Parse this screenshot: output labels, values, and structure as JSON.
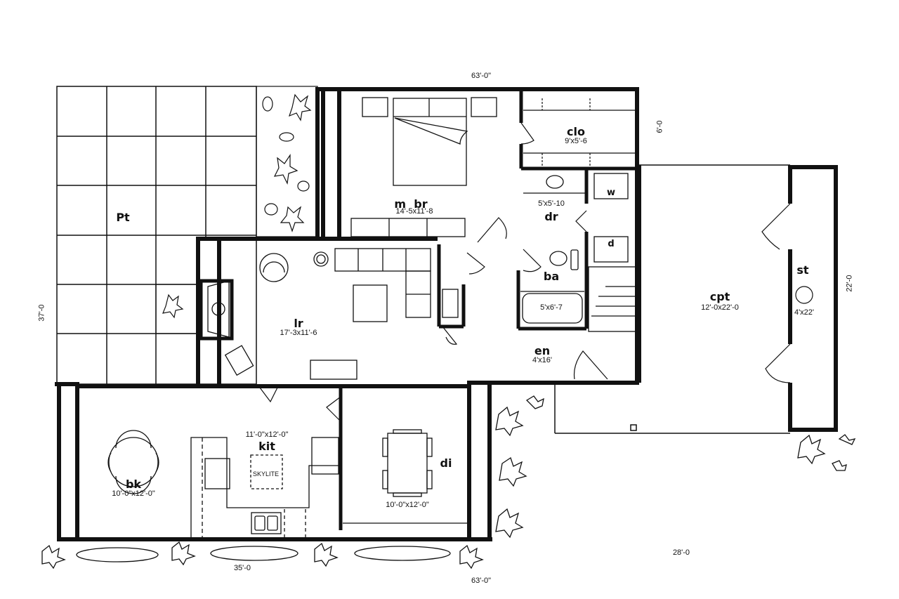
{
  "plan": {
    "overall": {
      "top_width": "63'-0\"",
      "bottom_width": "63'-0\"",
      "left_depth": "37'-0",
      "north_wing_depth": "6'-0",
      "carport_depth": "22'-0",
      "front_run": "35'-0",
      "carport_run": "28'-0"
    },
    "rooms": {
      "patio": {
        "name": "Pt"
      },
      "master_bedroom": {
        "name": "m  br",
        "size": "14'-5x11'-8"
      },
      "closet": {
        "name": "clo",
        "size": "9'x5'-6"
      },
      "dressing": {
        "name": "dr",
        "size": "5'x5'-10"
      },
      "washer": {
        "name": "w"
      },
      "dryer": {
        "name": "d"
      },
      "bath": {
        "name": "ba",
        "tub_size": "5'x6'-7"
      },
      "living_room": {
        "name": "lr",
        "size": "17'-3x11'-6"
      },
      "entry": {
        "name": "en",
        "size": "4'x16'"
      },
      "carport": {
        "name": "cpt",
        "size": "12'-0x22'-0"
      },
      "storage": {
        "name": "st",
        "size": "4'x22'"
      },
      "kitchen": {
        "name": "kit",
        "size": "11'-0\"x12'-0\"",
        "skylight": "SKYLITE"
      },
      "breakfast": {
        "name": "bk",
        "size": "10'-0\"x12'-0\""
      },
      "dining": {
        "name": "di",
        "size": "10'-0\"x12'-0\""
      }
    },
    "colors": {
      "ink": "#111111",
      "paper": "#ffffff"
    }
  }
}
